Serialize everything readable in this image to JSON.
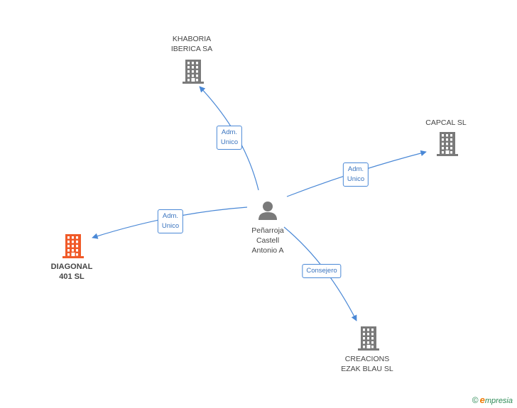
{
  "colors": {
    "edge": "#4a88d6",
    "company": "#7a7a7a",
    "main_company": "#f05a28",
    "person": "#7a7a7a"
  },
  "person": {
    "name_lines": [
      "Peñarroja",
      "Castell",
      "Antonio A"
    ],
    "icon": "person-icon"
  },
  "companies": [
    {
      "id": "khaboria",
      "name_lines": [
        "KHABORIA",
        "IBERICA SA"
      ],
      "icon": "building-icon",
      "main": false
    },
    {
      "id": "capcal",
      "name_lines": [
        "CAPCAL SL"
      ],
      "icon": "building-icon",
      "main": false
    },
    {
      "id": "diagonal",
      "name_lines": [
        "DIAGONAL",
        "401 SL"
      ],
      "icon": "building-icon",
      "main": true
    },
    {
      "id": "creacions",
      "name_lines": [
        "CREACIONS",
        "EZAK BLAU SL"
      ],
      "icon": "building-icon",
      "main": false
    }
  ],
  "edges": [
    {
      "to": "khaboria",
      "label_lines": [
        "Adm.",
        "Unico"
      ]
    },
    {
      "to": "capcal",
      "label_lines": [
        "Adm.",
        "Unico"
      ]
    },
    {
      "to": "diagonal",
      "label_lines": [
        "Adm.",
        "Unico"
      ]
    },
    {
      "to": "creacions",
      "label_lines": [
        "Consejero"
      ]
    }
  ],
  "brand": {
    "copyright": "©",
    "e": "e",
    "text": "mpresia"
  }
}
